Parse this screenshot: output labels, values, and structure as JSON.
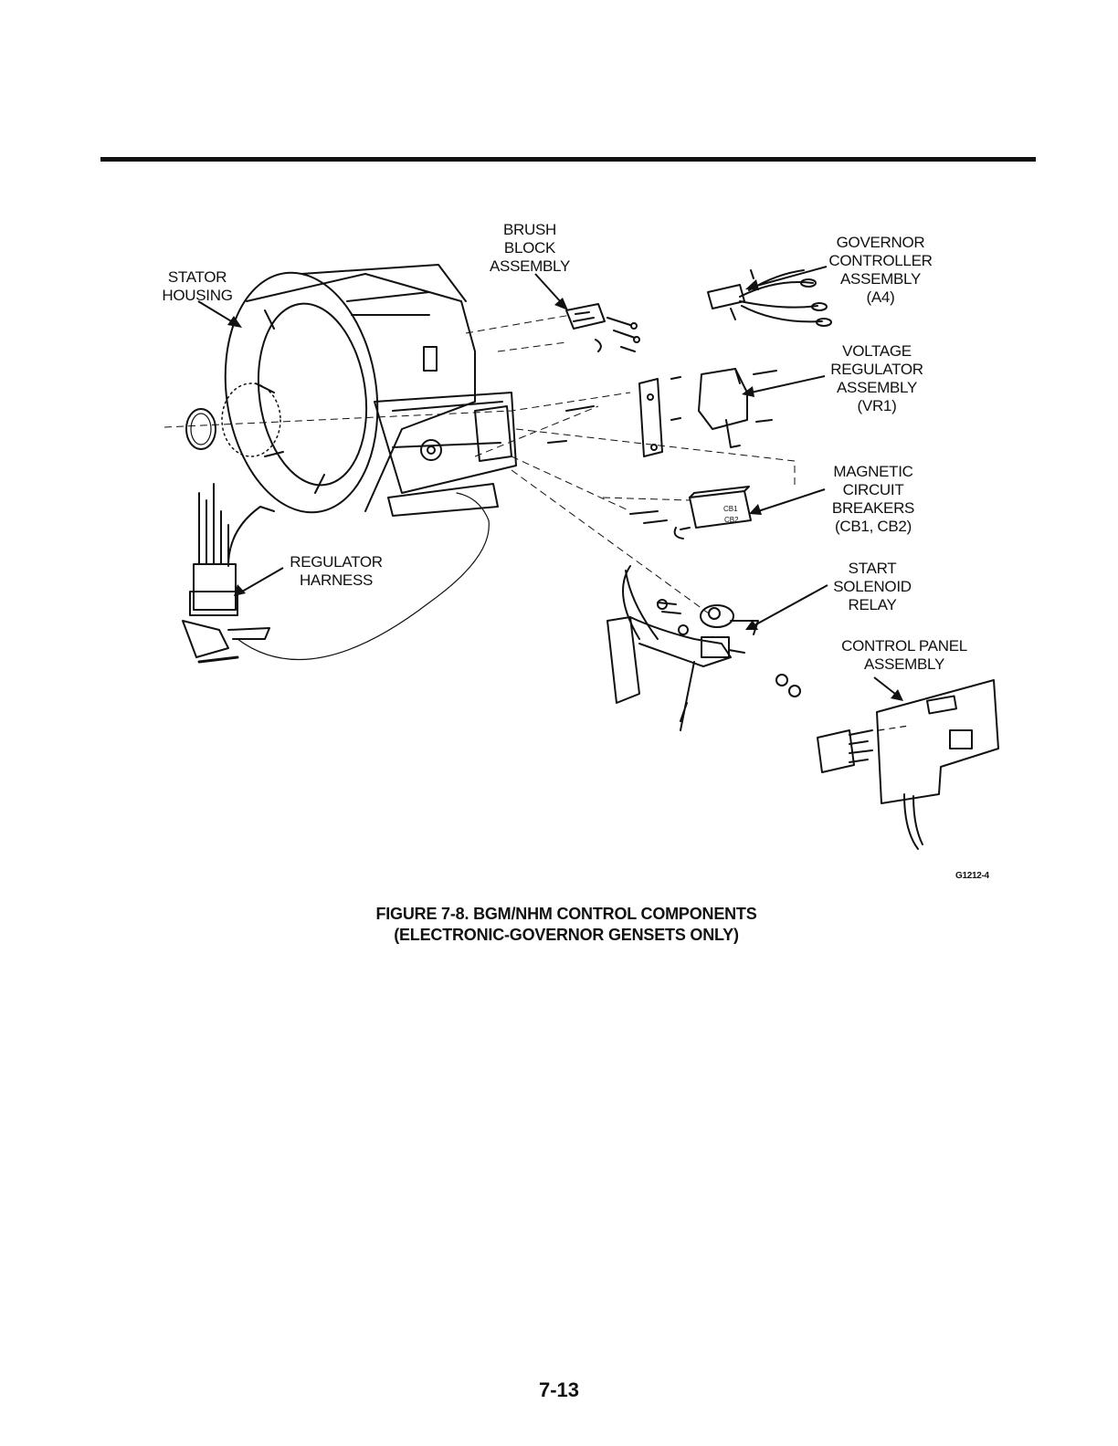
{
  "labels": {
    "stator": "STATOR\nHOUSING",
    "brush": "BRUSH\nBLOCK\nASSEMBLY",
    "governor": "GOVERNOR\nCONTROLLER\nASSEMBLY\n(A4)",
    "voltage": "VOLTAGE\nREGULATOR\nASSEMBLY\n(VR1)",
    "magnetic": "MAGNETIC\nCIRCUIT\nBREAKERS\n(CB1, CB2)",
    "start": "START\nSOLENOID\nRELAY",
    "panel": "CONTROL PANEL\nASSEMBLY",
    "harness": "REGULATOR\nHARNESS"
  },
  "part_marks": {
    "cb1": "CB1",
    "cb2": "CB2"
  },
  "figure_code": "G1212-4",
  "caption": {
    "line1": "FIGURE 7-8.  BGM/NHM CONTROL COMPONENTS",
    "line2": "(ELECTRONIC-GOVERNOR GENSETS ONLY)"
  },
  "page_number": "7-13"
}
